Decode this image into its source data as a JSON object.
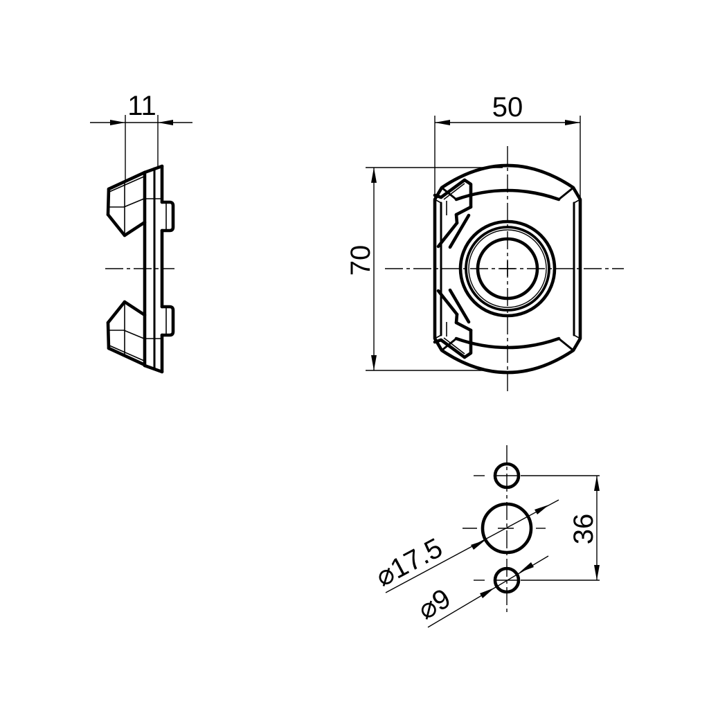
{
  "drawing": {
    "background_color": "#ffffff",
    "line_color": "#000000",
    "views": {
      "side_view": {
        "dim_thickness": "11"
      },
      "front_view": {
        "dim_width": "50",
        "dim_height": "70"
      },
      "hole_pattern_view": {
        "dim_hole_spacing": "36",
        "dim_large_hole": "⌀17.5",
        "dim_small_hole": "⌀9"
      }
    }
  }
}
